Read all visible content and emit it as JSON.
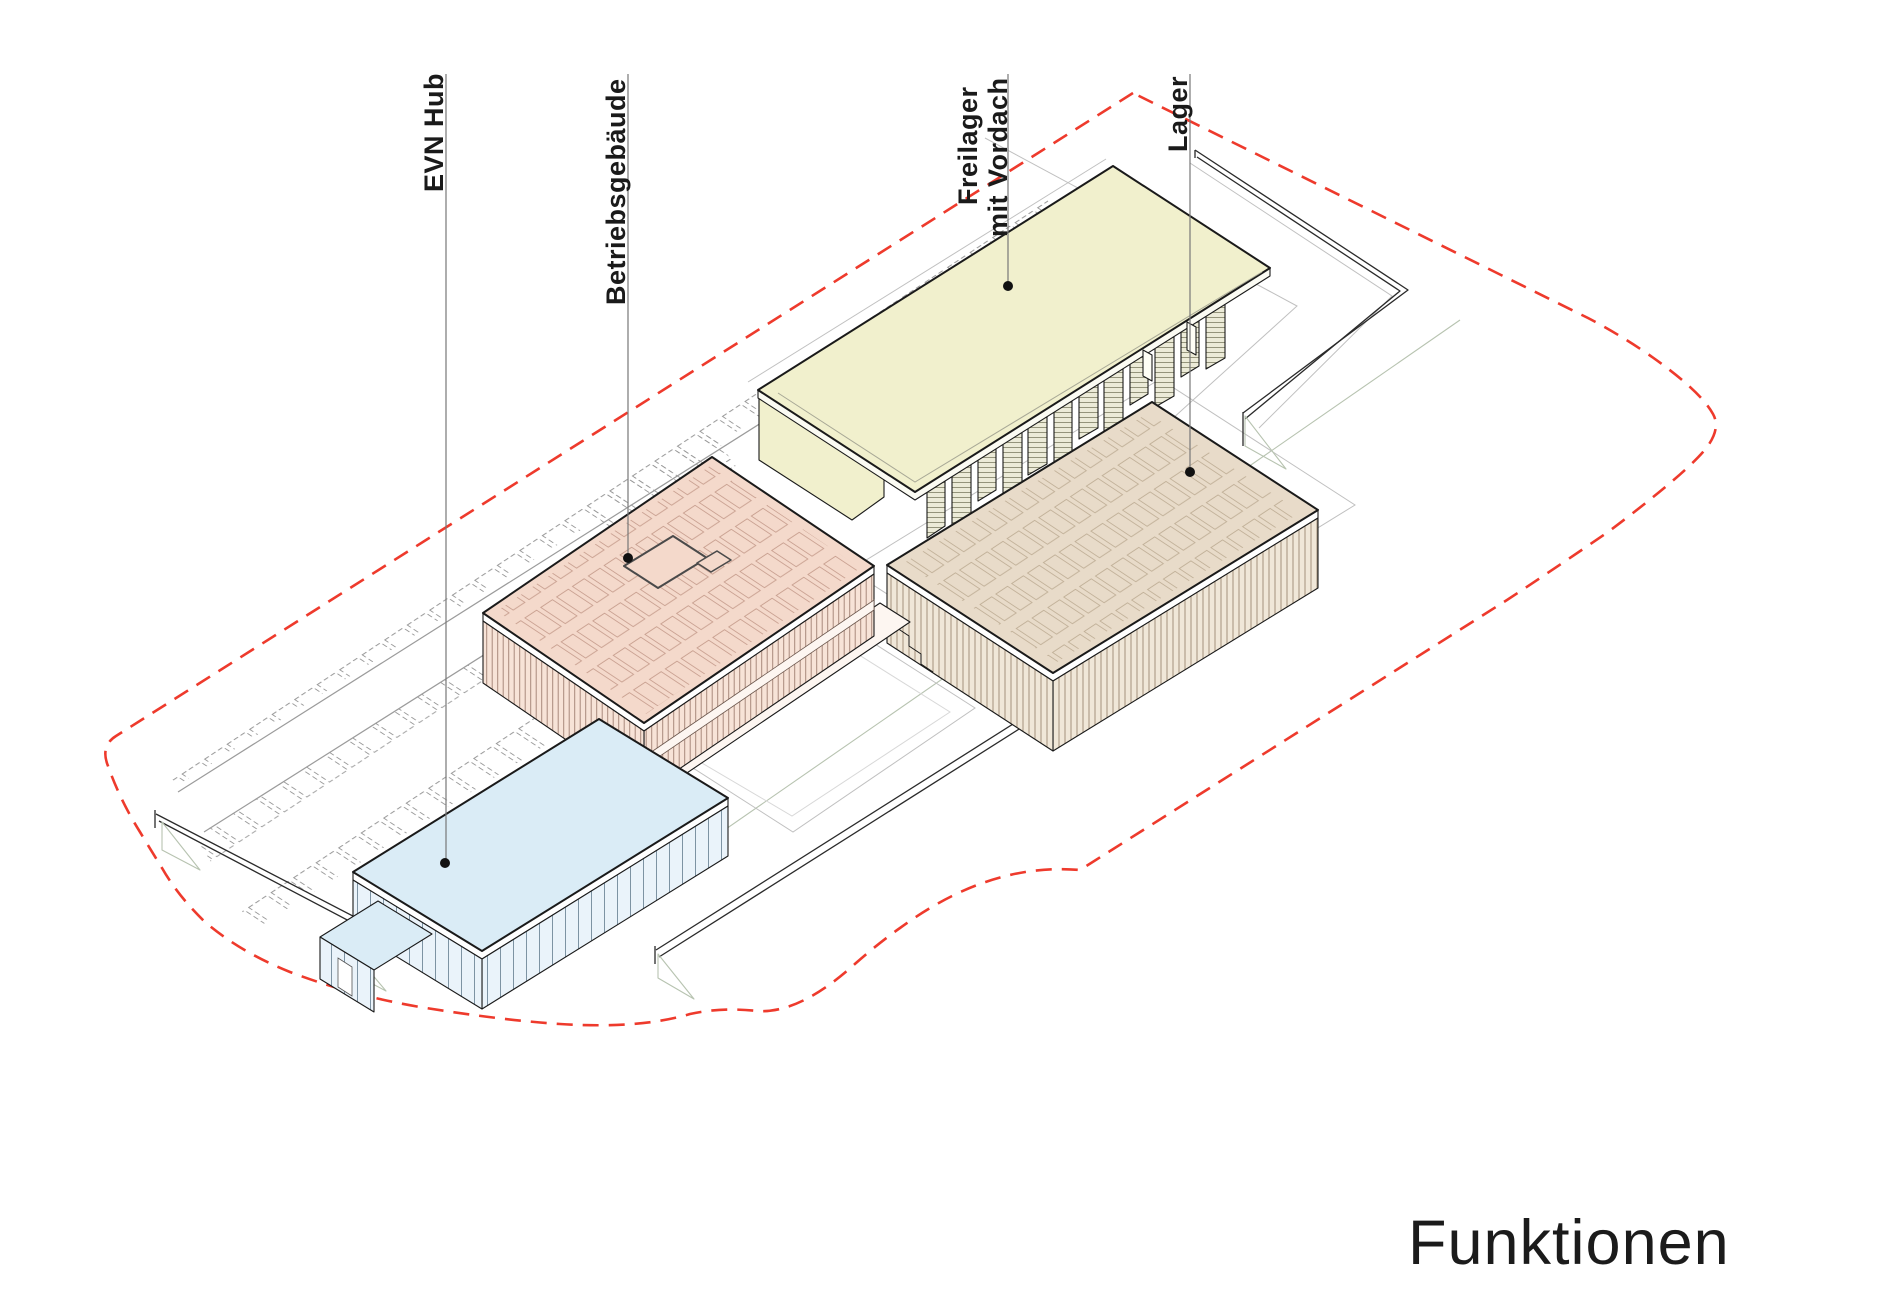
{
  "title": {
    "text": "Funktionen"
  },
  "boundary": {
    "color": "#ee3a2c"
  },
  "buildings": {
    "evn_hub": {
      "label": "EVN Hub",
      "color": "#daecf6"
    },
    "betriebsgebaeude": {
      "label": "Betriebsgebäude",
      "color": "#f4d9cb"
    },
    "freilager": {
      "label_lines": [
        "Freilager",
        "mit Vordach"
      ],
      "color": "#f1f0cd"
    },
    "lager": {
      "label": "Lager",
      "color": "#e8dbc9"
    }
  }
}
